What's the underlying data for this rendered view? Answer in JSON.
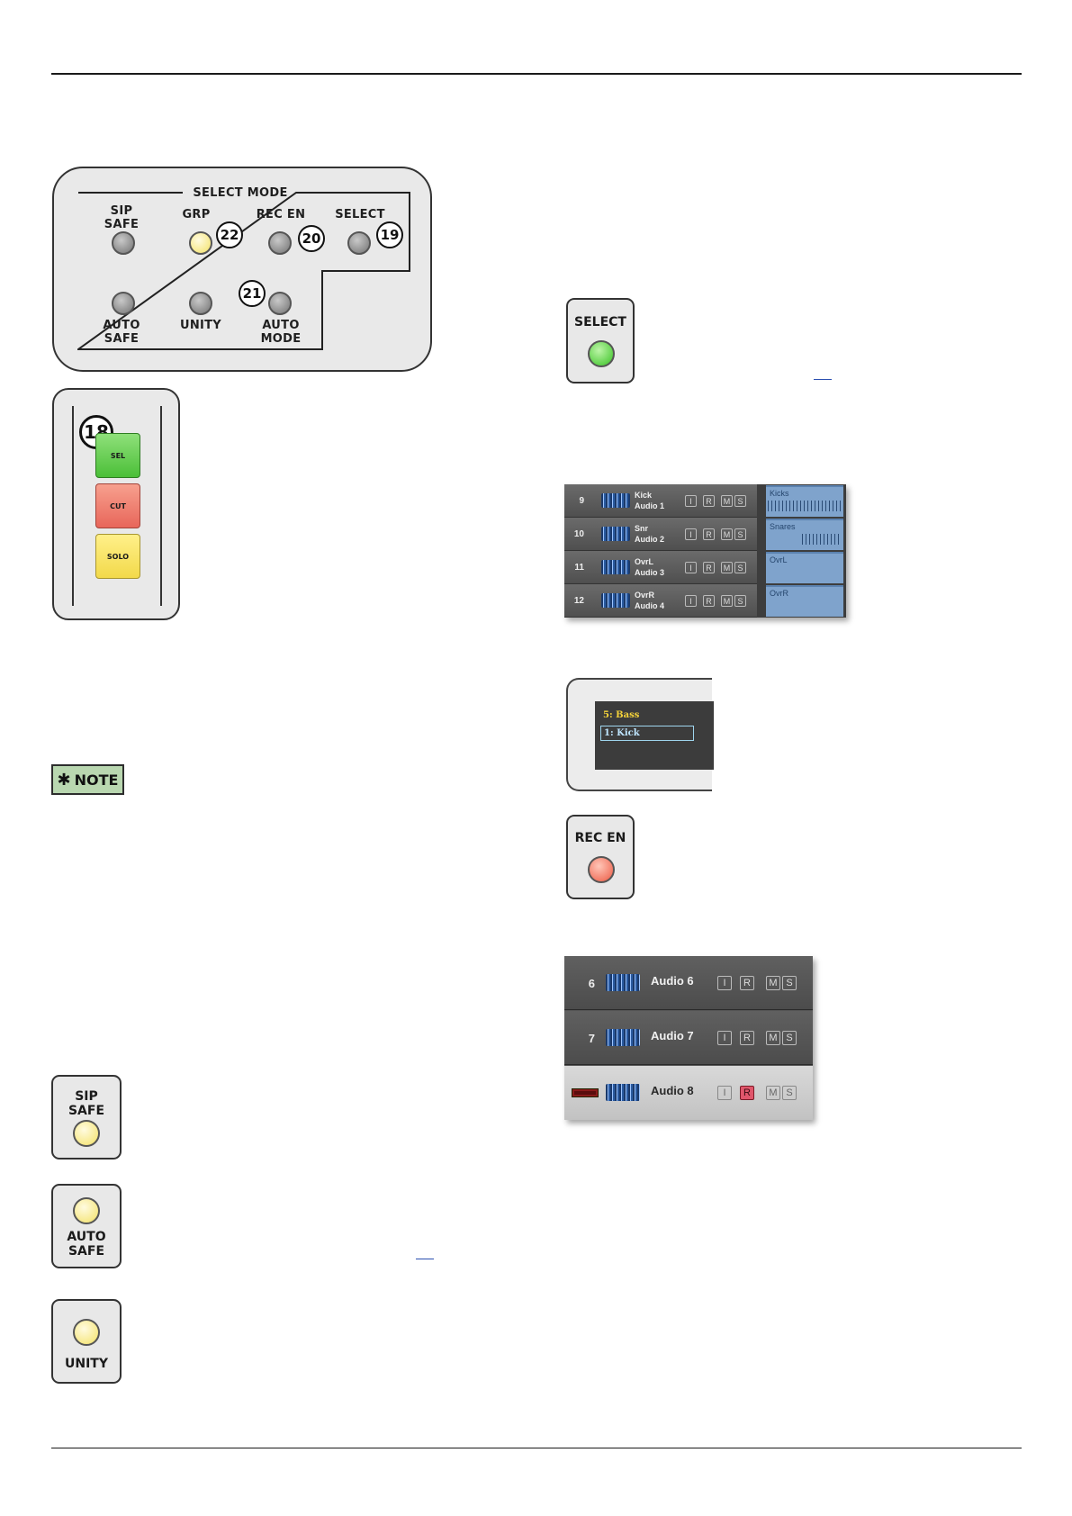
{
  "select_mode_panel": {
    "heading": "SELECT MODE",
    "sip_safe": {
      "line1": "SIP",
      "line2": "SAFE"
    },
    "grp": "GRP",
    "rec_en": "REC EN",
    "select": "SELECT",
    "auto_safe": {
      "line1": "AUTO",
      "line2": "SAFE"
    },
    "unity": "UNITY",
    "auto_mode": {
      "line1": "AUTO",
      "line2": "MODE"
    },
    "callouts": {
      "grp": "22",
      "rec_en": "20",
      "select": "19",
      "auto_mode": "21"
    }
  },
  "channel_strip": {
    "callout": "18",
    "sel_label": "SEL",
    "cut_label": "CUT",
    "solo_label": "SOLO"
  },
  "note_badge": {
    "icon": "asterisk-icon",
    "label": "NOTE"
  },
  "sip_safe_key": {
    "line1": "SIP",
    "line2": "SAFE"
  },
  "auto_safe_key": {
    "line1": "AUTO",
    "line2": "SAFE"
  },
  "unity_key": {
    "label": "UNITY"
  },
  "select_key": {
    "label": "SELECT"
  },
  "rec_en_key": {
    "label": "REC EN"
  },
  "tracks_screenshot": {
    "tracks": [
      {
        "num": "9",
        "name": "Kick",
        "sub": "Audio 1",
        "region": "Kicks"
      },
      {
        "num": "10",
        "name": "Snr",
        "sub": "Audio 2",
        "region": "Snares"
      },
      {
        "num": "11",
        "name": "OvrL",
        "sub": "Audio 3",
        "region": "OvrL"
      },
      {
        "num": "12",
        "name": "OvrR",
        "sub": "Audio 4",
        "region": "OvrR"
      }
    ],
    "buttons": [
      "I",
      "R",
      "M",
      "S"
    ]
  },
  "display_screenshot": {
    "line1": "5: Bass",
    "line2": "1: Kick"
  },
  "audio_tracks_screenshot": {
    "tracks": [
      {
        "num": "6",
        "name": "Audio 6"
      },
      {
        "num": "7",
        "name": "Audio 7"
      },
      {
        "num": "",
        "name": "Audio 8"
      }
    ],
    "buttons": [
      "I",
      "R",
      "M",
      "S"
    ]
  },
  "colors": {
    "led_yellow": "#f7e98a",
    "led_green": "#5fd14a",
    "led_red": "#f27a66",
    "note_bg": "#b9d7b0",
    "rec_armed": "#e0566b"
  }
}
